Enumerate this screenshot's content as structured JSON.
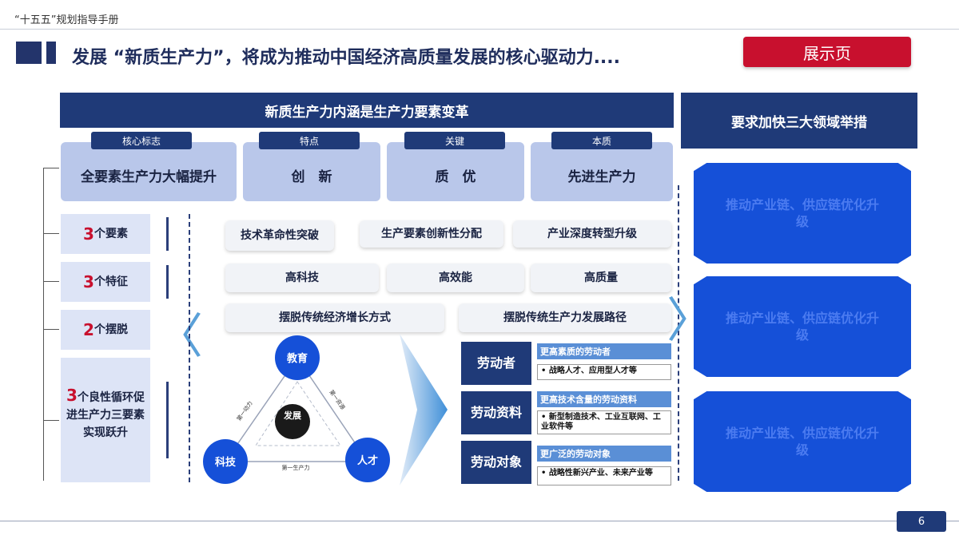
{
  "header": {
    "doc_title": "“十五五”规划指导手册",
    "main_heading": "发展 “新质生产力”，将成为推动中国经济高质量发展的核心驱动力....",
    "badge": "展示页"
  },
  "banner": {
    "title": "新质生产力内涵是生产力要素变革"
  },
  "right_banner": {
    "title": "要求加快三大领域举措"
  },
  "pillars": [
    {
      "tag": "核心标志",
      "text": "全要素生产力大幅提升"
    },
    {
      "tag": "特点",
      "text": "创　新"
    },
    {
      "tag": "关键",
      "text": "质　优"
    },
    {
      "tag": "本质",
      "text": "先进生产力"
    }
  ],
  "left_stack": [
    {
      "num": "3",
      "text": "个要素"
    },
    {
      "num": "3",
      "text": "个特征"
    },
    {
      "num": "2",
      "text": "个摆脱"
    },
    {
      "num": "3",
      "text": "个良性循环促进生产力三要素实现跃升"
    }
  ],
  "row1": [
    "技术革命性突破",
    "生产要素创新性分配",
    "产业深度转型升级"
  ],
  "row2": [
    "高科技",
    "高效能",
    "高质量"
  ],
  "row3": [
    "摆脱传统经济增长方式",
    "摆脱传统生产力发展路径"
  ],
  "triangle": {
    "top": "教育",
    "left": "科技",
    "right": "人才",
    "center": "发展",
    "edge_left": "第一动力",
    "edge_right": "第一资源",
    "edge_bottom": "第一生产力"
  },
  "labor": [
    {
      "label": "劳动者",
      "head": "更高素质的劳动者",
      "note": "• 战略人才、应用型人才等"
    },
    {
      "label": "劳动资料",
      "head": "更高技术含量的劳动资料",
      "note": "• 新型制造技术、工业互联网、工业软件等"
    },
    {
      "label": "劳动对象",
      "head": "更广泛的劳动对象",
      "note": "• 战略性新兴产业、未来产业等"
    }
  ],
  "measures": [
    "推动产业链、供应链优化升级",
    "推动产业链、供应链优化升级",
    "推动产业链、供应链优化升级"
  ],
  "footer": {
    "page": "6"
  },
  "colors": {
    "navy": "#1f3a78",
    "red": "#c8102e",
    "light_blue": "#b9c7ea",
    "bright_blue": "#1550d8",
    "accent": "#5a8fd6"
  }
}
